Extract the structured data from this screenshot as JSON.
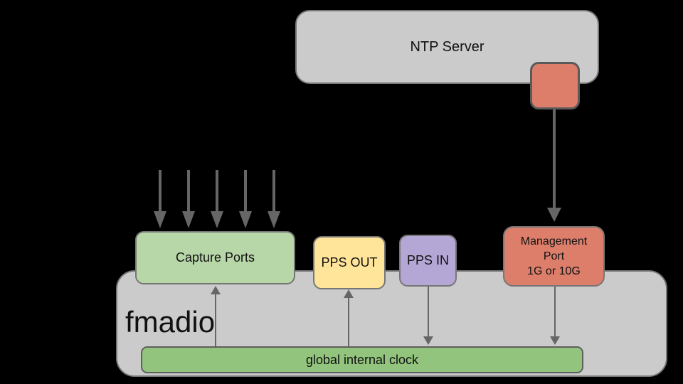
{
  "colors": {
    "background": "#000000",
    "box-gray": "#cbcbcb",
    "border-gray": "#767676",
    "capture-green": "#b7d7a8",
    "clock-green": "#93c47d",
    "pps-out-yellow": "#ffe599",
    "pps-in-purple": "#b4a7d6",
    "port-red": "#dd7e6b",
    "arrow-gray": "#666666"
  },
  "diagram": {
    "ntp_server": {
      "label": "NTP Server"
    },
    "device": {
      "label": "fmadio"
    },
    "capture_ports": {
      "label": "Capture Ports"
    },
    "pps_out": {
      "label": "PPS OUT"
    },
    "pps_in": {
      "label": "PPS IN"
    },
    "management_port": {
      "lines": [
        "Management",
        "Port",
        "1G or 10G"
      ]
    },
    "clock": {
      "label": "global internal clock"
    },
    "edges": [
      {
        "from": "external-traffic",
        "to": "capture_ports",
        "direction": "down",
        "count": 5
      },
      {
        "from": "ntp_server",
        "to": "management_port",
        "direction": "down",
        "count": 1
      },
      {
        "from": "clock",
        "to": "capture_ports",
        "direction": "up",
        "count": 1
      },
      {
        "from": "clock",
        "to": "pps_out",
        "direction": "up",
        "count": 1
      },
      {
        "from": "pps_in",
        "to": "clock",
        "direction": "down",
        "count": 1
      },
      {
        "from": "management_port",
        "to": "clock",
        "direction": "down",
        "count": 1
      }
    ]
  }
}
